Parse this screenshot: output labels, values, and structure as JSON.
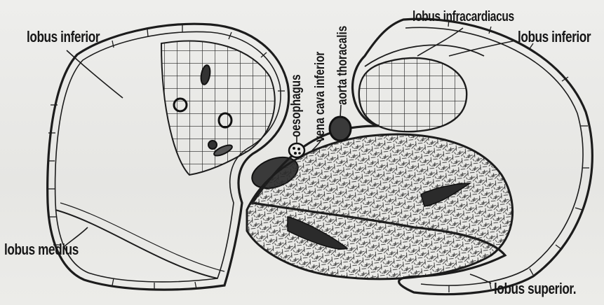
{
  "labels": {
    "lobus_inferior_left": "lobus inferior",
    "lobus_infracardiacus": "lobus infracardiacus",
    "lobus_inferior_right": "lobus inferior",
    "oesophagus": "oesophagus",
    "vena_cava_inferior": "vena cava inferior",
    "aorta_thoracalis": "aorta thoracalis",
    "lobus_medius": "lobus medius",
    "lobus_superior": "lobus superior."
  },
  "colors": {
    "ink": "#161616",
    "paper": "#e9e9e6",
    "organ_fill": "#3a3a3a"
  }
}
